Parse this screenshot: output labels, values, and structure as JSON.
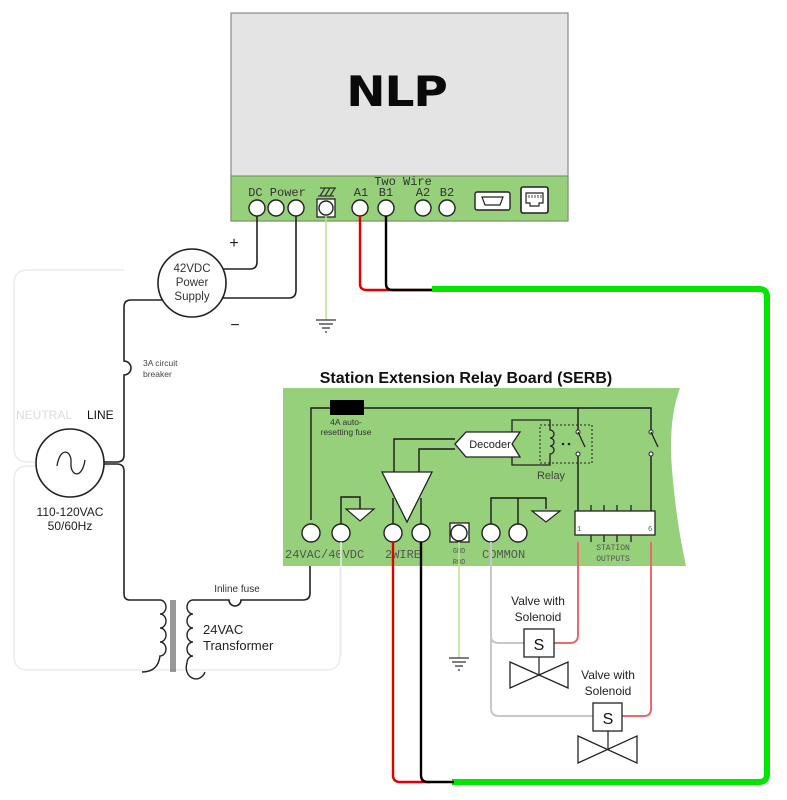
{
  "controller": {
    "logo": "NLP",
    "terminal_group_label": "Two Wire",
    "terminals": {
      "dc_power": "DC Power",
      "ground": "ground-terminal",
      "a1": "A1",
      "b1": "B1",
      "a2": "A2",
      "b2": "B2"
    },
    "ports": [
      "serial-port",
      "ethernet-port"
    ]
  },
  "power_supply": {
    "line1": "42VDC",
    "line2": "Power",
    "line3": "Supply",
    "plus": "+",
    "minus": "−"
  },
  "circuit_breaker": {
    "line1": "3A circuit",
    "line2": "breaker"
  },
  "ac_source": {
    "neutral": "NEUTRAL",
    "line": "LINE",
    "voltage": "110-120VAC",
    "frequency": "50/60Hz"
  },
  "transformer": {
    "fuse": "Inline fuse",
    "line1": "24VAC",
    "line2": "Transformer"
  },
  "serb": {
    "title": "Station Extension Relay Board (SERB)",
    "fuse_line1": "4A auto-",
    "fuse_line2": "resetting fuse",
    "decoder": "Decoder",
    "relay": "Relay",
    "terminals": {
      "power": "24VAC/40VDC",
      "two_wire": "2WIRE",
      "gnd_line1": "GND",
      "gnd_line2": "ROD",
      "common": "COMMON"
    },
    "station_outputs": {
      "first": "1",
      "last": "6",
      "line1": "STATION",
      "line2": "OUTPUTS"
    }
  },
  "valves": [
    {
      "line1": "Valve with",
      "line2": "Solenoid",
      "solenoid": "S"
    },
    {
      "line1": "Valve with",
      "line2": "Solenoid",
      "solenoid": "S"
    }
  ],
  "colors": {
    "board_green": "#96d07a",
    "controller_gray": "#e4e4e4",
    "wire_red": "#e00000",
    "wire_black": "#000000",
    "wire_green": "#00e600",
    "wire_ground": "#b8e890",
    "wire_pink": "#e86a6a",
    "wire_gray": "#c8c8c8"
  }
}
